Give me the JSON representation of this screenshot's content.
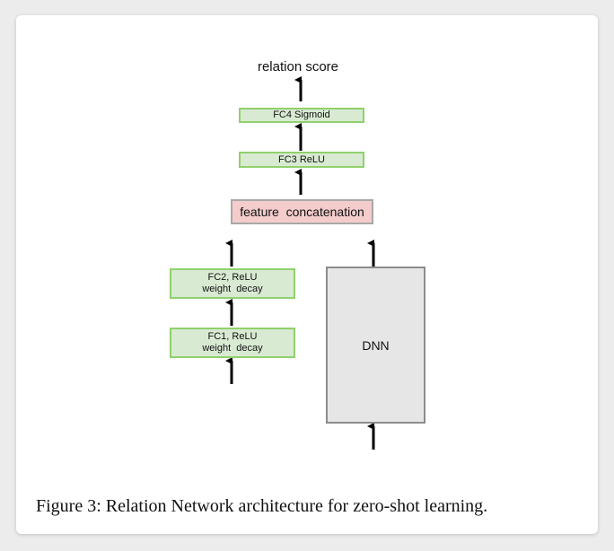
{
  "diagram": {
    "output_label": "relation score",
    "fc4": "FC4 Sigmoid",
    "fc3": "FC3 ReLU",
    "concat": "feature  concatenation",
    "fc2": {
      "line1": "FC2, ReLU",
      "line2": "weight  decay"
    },
    "fc1": {
      "line1": "FC1, ReLU",
      "line2": "weight  decay"
    },
    "dnn": "DNN"
  },
  "caption": {
    "label": "Figure 3:",
    "text": "Relation Network architecture for zero-shot learning."
  },
  "colors": {
    "fc_fill": "#d9ead3",
    "fc_border": "#8fd16c",
    "concat_fill": "#f4cccc",
    "dnn_fill": "#e6e6e6"
  }
}
